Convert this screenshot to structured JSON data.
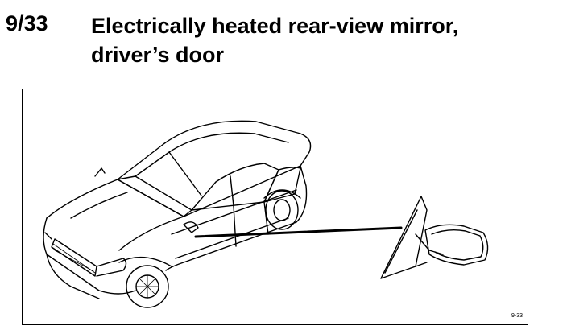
{
  "section": {
    "number": "9/33",
    "title_line1": "Electrically heated rear-view mirror,",
    "title_line2": "driver’s door"
  },
  "figure": {
    "code": "9-33",
    "subjects": [
      "car-illustration",
      "door-mirror-illustration"
    ]
  }
}
